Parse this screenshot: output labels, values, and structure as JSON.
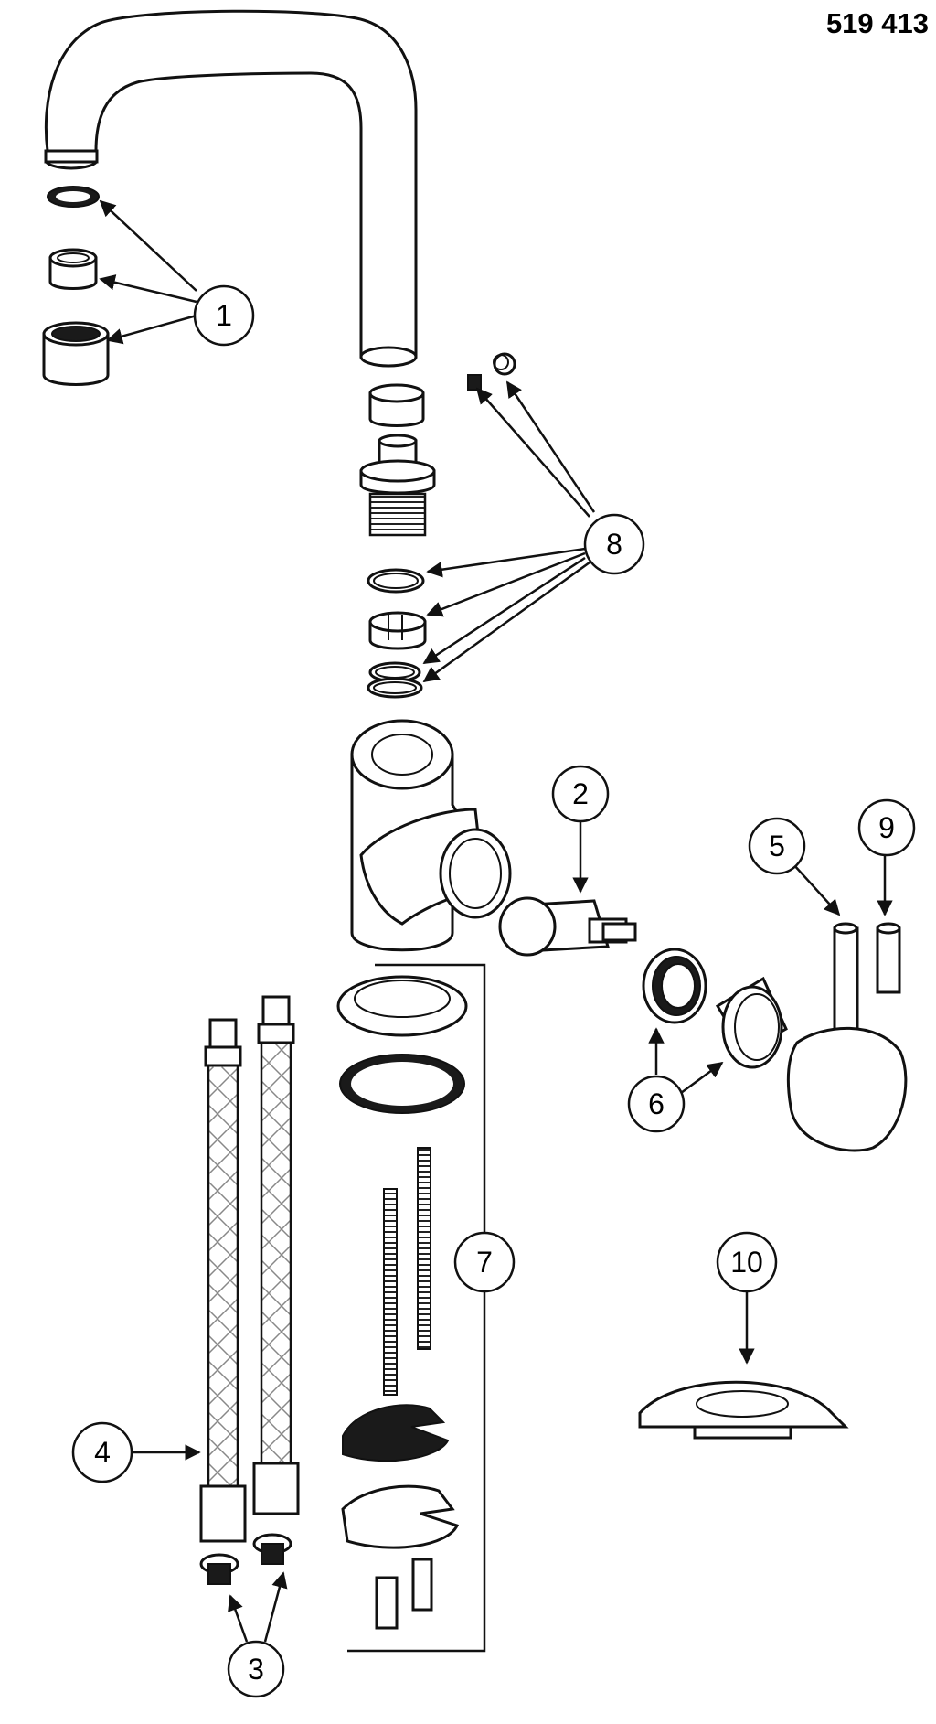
{
  "document": {
    "number": "519 413"
  },
  "callouts": [
    {
      "id": 1,
      "label": "1"
    },
    {
      "id": 2,
      "label": "2"
    },
    {
      "id": 3,
      "label": "3"
    },
    {
      "id": 4,
      "label": "4"
    },
    {
      "id": 5,
      "label": "5"
    },
    {
      "id": 6,
      "label": "6"
    },
    {
      "id": 7,
      "label": "7"
    },
    {
      "id": 8,
      "label": "8"
    },
    {
      "id": 9,
      "label": "9"
    },
    {
      "id": 10,
      "label": "10"
    }
  ]
}
